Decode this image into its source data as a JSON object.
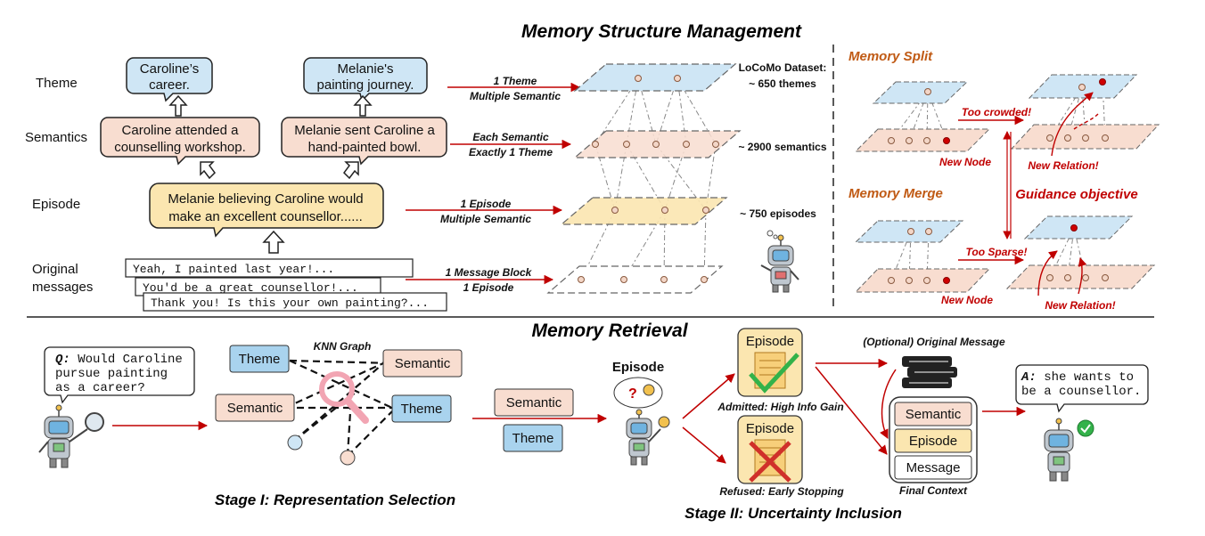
{
  "titles": {
    "top": "Memory Structure Management",
    "bottom": "Memory Retrieval",
    "stage1": "Stage I: Representation Selection",
    "stage2": "Stage II: Uncertainty Inclusion",
    "split": "Memory Split",
    "merge": "Memory Merge",
    "guidance": "Guidance objective"
  },
  "levels": {
    "theme": "Theme",
    "semantics": "Semantics",
    "episode": "Episode",
    "original_1": "Original",
    "original_2": "messages"
  },
  "bubbles": {
    "theme_a_1": "Caroline’s",
    "theme_a_2": "career.",
    "theme_b_1": "Melanie's",
    "theme_b_2": "painting journey.",
    "sem_a_1": "Caroline attended a",
    "sem_a_2": "counselling workshop.",
    "sem_b_1": "Melanie sent Caroline a",
    "sem_b_2": "hand-painted bowl.",
    "episode_1": "Melanie believing Caroline would",
    "episode_2": "make an excellent counsellor......"
  },
  "messages": [
    "Yeah, I painted last year!...",
    "You'd be a great counsellor!...",
    "Thank you! Is this your own painting?..."
  ],
  "relations": {
    "r1a": "1 Theme",
    "r1b": "Multiple Semantic",
    "r2a": "Each Semantic",
    "r2b": "Exactly 1 Theme",
    "r3a": "1 Episode",
    "r3b": "Multiple Semantic",
    "r4a": "1 Message Block",
    "r4b": "1 Episode"
  },
  "stats": {
    "dataset": "LoCoMo Dataset:",
    "themes": "~ 650 themes",
    "semantics": "~ 2900 semantics",
    "episodes": "~ 750 episodes"
  },
  "split_labels": {
    "crowded": "Too crowded!",
    "new_node": "New Node",
    "new_relation": "New Relation!"
  },
  "merge_labels": {
    "sparse": "Too Sparse!",
    "new_node": "New Node",
    "new_relation": "New Relation!"
  },
  "retrieval": {
    "question_q": "Q:",
    "question_1": " Would Caroline",
    "question_2": "pursue painting",
    "question_3": "as a career?",
    "knn": "KNN Graph",
    "theme": "Theme",
    "semantic": "Semantic",
    "episode": "Episode",
    "admitted": "Admitted: High Info Gain",
    "refused": "Refused: Early Stopping",
    "optional": "(Optional) Original Message",
    "ctx_semantic": "Semantic",
    "ctx_episode": "Episode",
    "ctx_message": "Message",
    "final_context": "Final Context",
    "answer_a": "A:",
    "answer_1": " she wants to",
    "answer_2": "be a counsellor."
  },
  "colors": {
    "theme_fill": "#cfe6f5",
    "semantic_fill": "#f8ddd0",
    "episode_fill": "#fbe6b0",
    "arrow_red": "#c00000",
    "orange_title": "#c05a14"
  }
}
